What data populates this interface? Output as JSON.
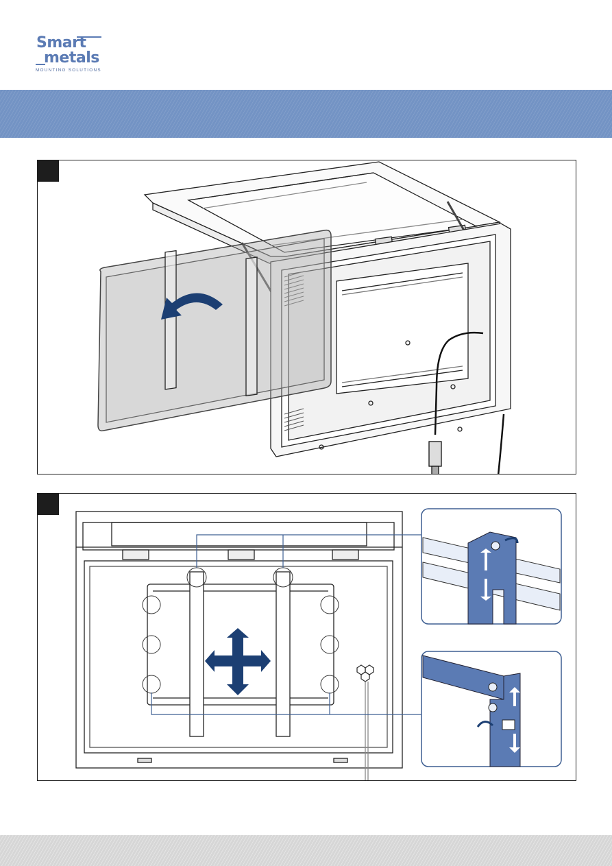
{
  "header": {
    "logo_word_1": "Smart",
    "logo_word_2": "metals",
    "logo_subtitle": "MOUNTING SOLUTIONS",
    "brand_color": "#5b7bb4",
    "banner_color": "#7393c4"
  },
  "steps": [
    {
      "panel": "open-lid-and-attach-screen",
      "tab_color": "#1d1d1d"
    },
    {
      "panel": "adjust-bracket-position",
      "tab_color": "#1d1d1d"
    }
  ],
  "colors": {
    "arrow": "#1c3f73",
    "callout_line": "#3e5f92",
    "detail_fill": "#5b7bb4",
    "detail_light": "#e8eef8",
    "footer": "#d6d6d6"
  }
}
